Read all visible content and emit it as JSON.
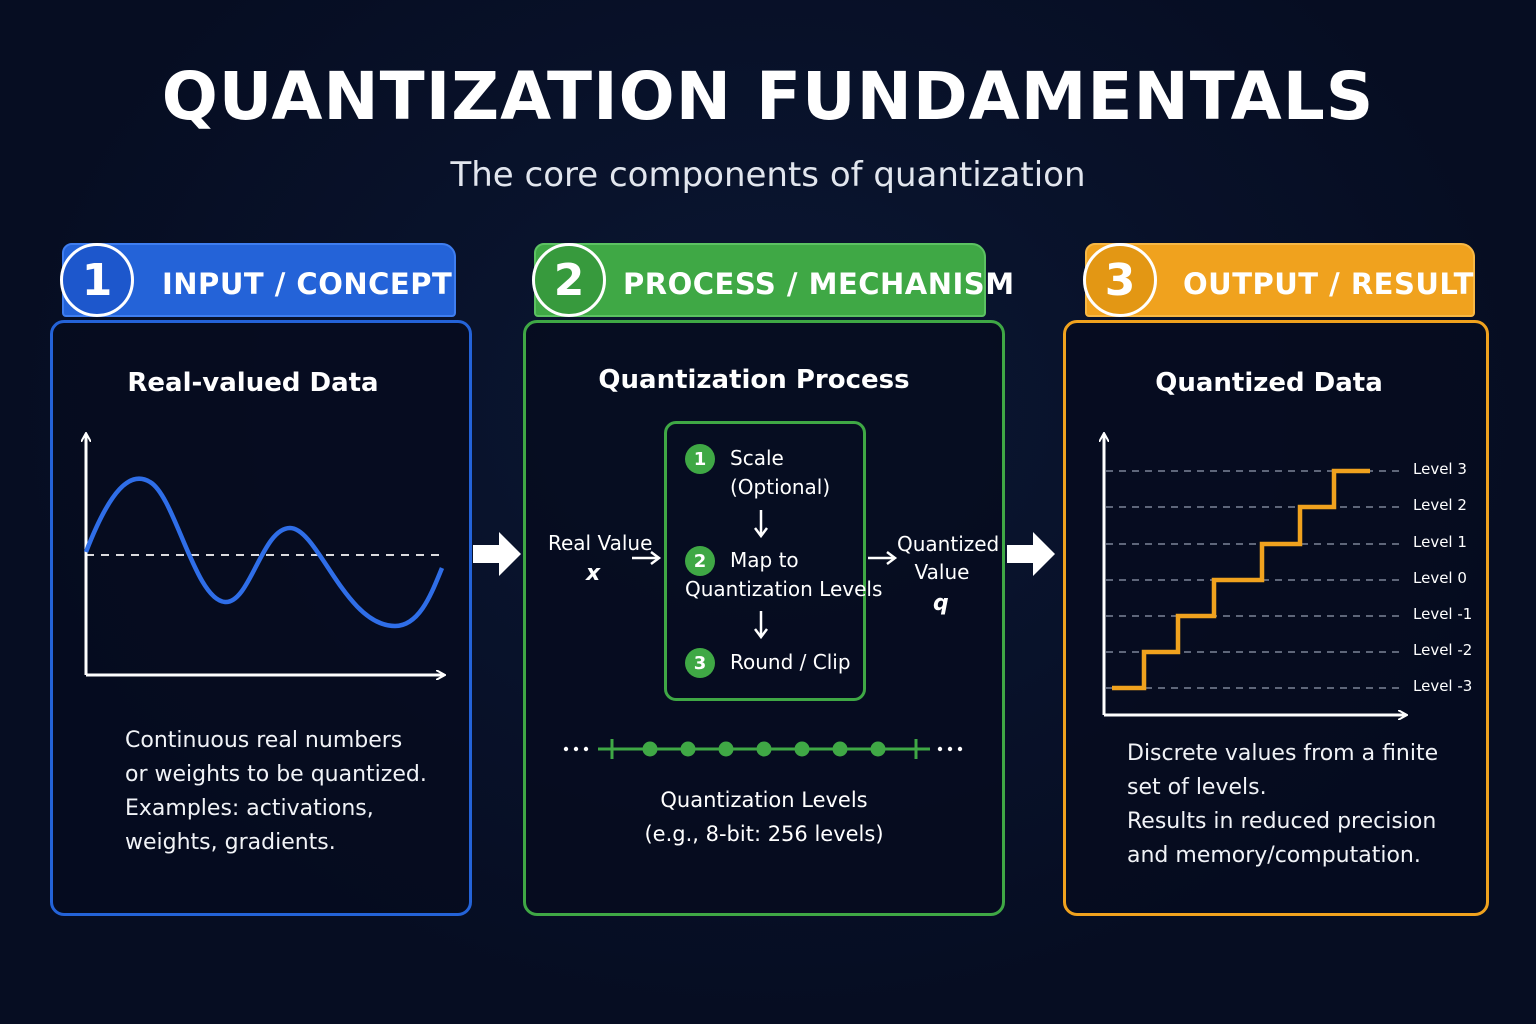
{
  "title": "QUANTIZATION FUNDAMENTALS",
  "subtitle": "The core components of quantization",
  "colors": {
    "background": "#060d22",
    "blue": "#2463d8",
    "green": "#3fa845",
    "orange": "#f0a21e",
    "white": "#ffffff"
  },
  "columns": [
    {
      "number": "1",
      "header": "INPUT / CONCEPT",
      "panel_title": "Real-valued Data",
      "description": [
        "Continuous real numbers",
        "or weights to be quantized.",
        "Examples: activations,",
        "weights, gradients."
      ]
    },
    {
      "number": "2",
      "header": "PROCESS / MECHANISM",
      "panel_title": "Quantization Process",
      "input_label": "Real Value",
      "input_var": "x",
      "output_label_1": "Quantized",
      "output_label_2": "Value",
      "output_var": "q",
      "steps": [
        {
          "num": "1",
          "line1": "Scale",
          "line2": "(Optional)"
        },
        {
          "num": "2",
          "line1": "Map to",
          "line2": "Quantization Levels"
        },
        {
          "num": "3",
          "line1": "Round / Clip",
          "line2": ""
        }
      ],
      "levels_caption_1": "Quantization Levels",
      "levels_caption_2": "(e.g., 8-bit: 256 levels)"
    },
    {
      "number": "3",
      "header": "OUTPUT / RESULT",
      "panel_title": "Quantized Data",
      "levels": [
        "Level 3",
        "Level 2",
        "Level 1",
        "Level 0",
        "Level -1",
        "Level -2",
        "Level -3"
      ],
      "description": [
        "Discrete values from a finite",
        "set of levels.",
        "Results in reduced precision",
        "and memory/computation."
      ]
    }
  ]
}
